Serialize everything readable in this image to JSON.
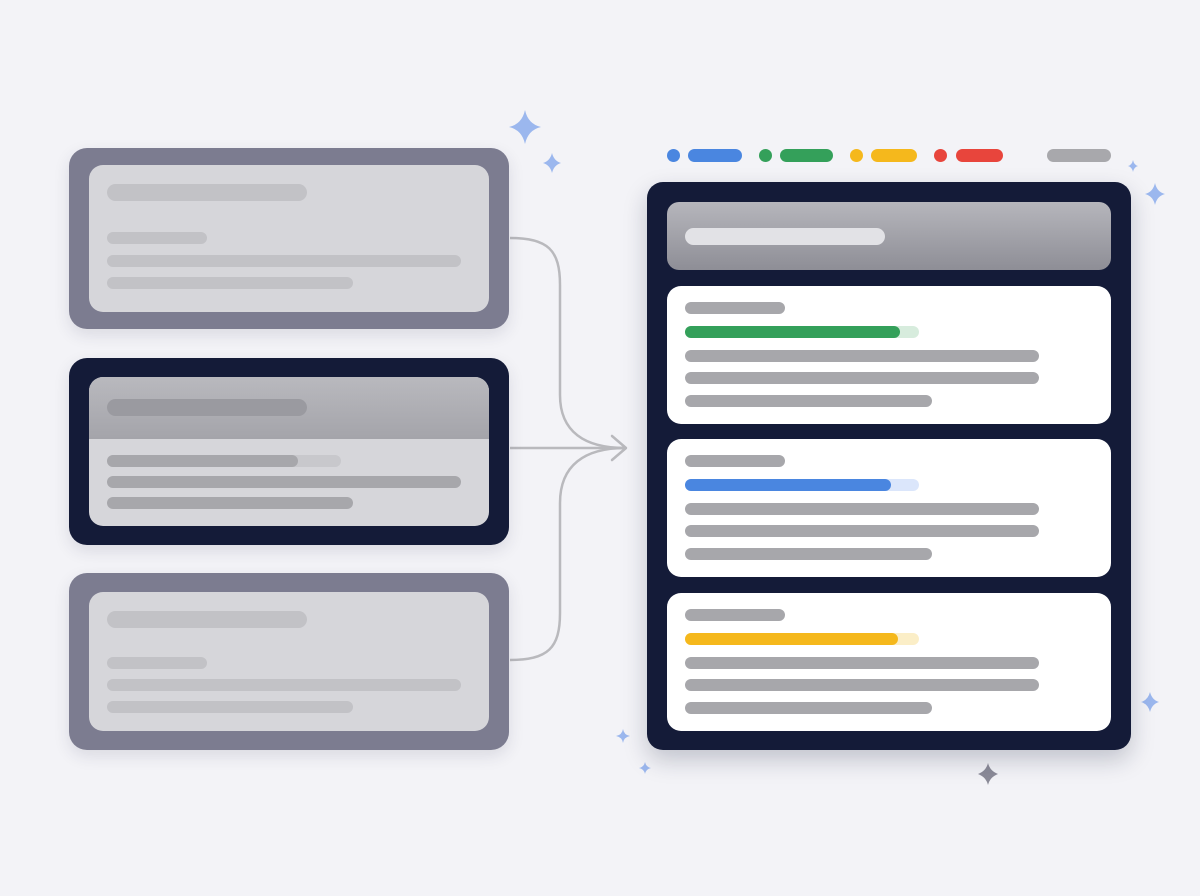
{
  "colors": {
    "background": "#f3f3f7",
    "source_frame": "#7c7c90",
    "active_frame": "#141b38",
    "placeholder": "#a7a7ab",
    "placeholder_light": "#c2c2c6",
    "connector": "#b9b9bd",
    "sparkle_blue": "#9bb7ee",
    "sparkle_gray": "#8b8b98"
  },
  "legend": [
    {
      "color": "#4a86e0",
      "dot": "blue-dot",
      "bar": "blue-bar"
    },
    {
      "color": "#34a05a",
      "dot": "green-dot",
      "bar": "green-bar"
    },
    {
      "color": "#f5b81c",
      "dot": "yellow-dot",
      "bar": "yellow-bar"
    },
    {
      "color": "#e8453c",
      "dot": "red-dot",
      "bar": "red-bar"
    }
  ],
  "legend_extra_color": "#a8a8ac",
  "source_cards": [
    {
      "state": "inactive"
    },
    {
      "state": "active"
    },
    {
      "state": "inactive"
    }
  ],
  "result_cards": [
    {
      "accent": "#34a05a",
      "accent_track": "#d7ecdd",
      "progress": 0.92
    },
    {
      "accent": "#4a86e0",
      "accent_track": "#dbe6fb",
      "progress": 0.88
    },
    {
      "accent": "#f5b81c",
      "accent_track": "#fbeec7",
      "progress": 0.91
    }
  ],
  "icons": [
    "sparkle-icon",
    "arrow-right-icon"
  ]
}
